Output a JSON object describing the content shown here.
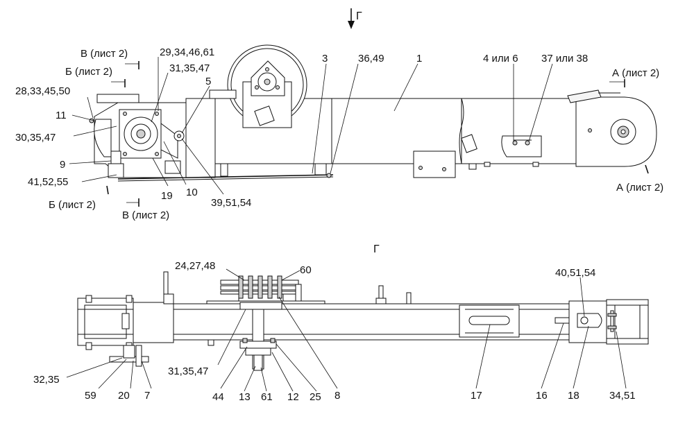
{
  "view_marker": "Г",
  "view_title": "Г",
  "top_labels": {
    "sheet_v_top": "В (лист 2)",
    "sheet_b_top": "Б (лист 2)",
    "l_29_34_46_61": "29,34,46,61",
    "l_31_35_47_top": "31,35,47",
    "l_5": "5",
    "l_28_33_45_50": "28,33,45,50",
    "l_11": "11",
    "l_30_35_47": "30,35,47",
    "l_9": "9",
    "l_41_52_55": "41,52,55",
    "sheet_b_bottom": "Б (лист 2)",
    "sheet_v_bottom": "В (лист 2)",
    "l_19": "19",
    "l_10": "10",
    "l_39_51_54": "39,51,54",
    "l_3": "3",
    "l_36_49": "36,49",
    "l_1": "1",
    "l_4_or_6": "4 или 6",
    "l_37_or_38": "37 или 38",
    "sheet_a_top": "А (лист 2)",
    "sheet_a_bottom": "А (лист 2)"
  },
  "bottom_labels": {
    "l_24_27_48": "24,27,48",
    "l_60": "60",
    "l_40_51_54": "40,51,54",
    "l_32_35": "32,35",
    "l_59": "59",
    "l_20": "20",
    "l_7": "7",
    "l_31_35_47_bottom": "31,35,47",
    "l_44": "44",
    "l_13": "13",
    "l_61": "61",
    "l_12": "12",
    "l_25": "25",
    "l_8": "8",
    "l_17": "17",
    "l_16": "16",
    "l_18": "18",
    "l_34_51": "34,51"
  }
}
